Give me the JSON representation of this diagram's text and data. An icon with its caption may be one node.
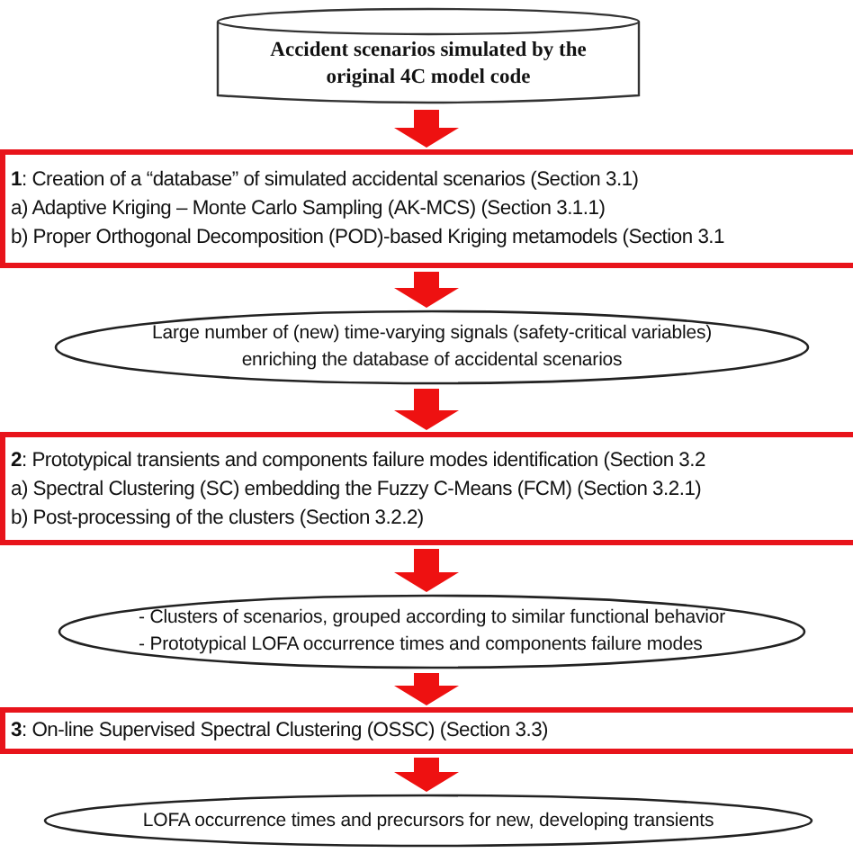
{
  "diagram": {
    "nodes": [
      {
        "text": [
          "Accident scenarios simulated by the original 4C model code"
        ]
      },
      {
        "text": [
          "**1**: Creation of a “database” of simulated accidental scenarios (Section 3.1)",
          "a) Adaptive Kriging – Monte Carlo Sampling (AK-MCS) (Section 3.1.1)",
          "b) Proper Orthogonal Decomposition (POD)-based Kriging metamodels (Section 3.1"
        ]
      },
      {
        "text": [
          "Large number of (new) time-varying signals (safety-critical variables) enriching the database of accidental scenarios"
        ]
      },
      {
        "text": [
          "**2**: Prototypical transients and components failure modes identification (Section 3.2",
          "a) Spectral Clustering (SC) embedding the Fuzzy C-Means (FCM) (Section 3.2.1)",
          "b) Post-processing of the clusters (Section 3.2.2)"
        ]
      },
      {
        "text": [
          "- Clusters of scenarios, grouped according to similar functional behavior",
          "- Prototypical LOFA occurrence times and components failure modes"
        ]
      },
      {
        "text": [
          "**3**: On-line Supervised Spectral Clustering (OSSC) (Section 3.3)"
        ]
      },
      {
        "text": [
          "LOFA occurrence times and precursors for new, developing transients"
        ]
      }
    ],
    "edges": [
      {
        "from": 0,
        "to": 1,
        "arrow": "to"
      },
      {
        "from": 1,
        "to": 2,
        "arrow": "to"
      },
      {
        "from": 2,
        "to": 3,
        "arrow": "to"
      },
      {
        "from": 3,
        "to": 4,
        "arrow": "to"
      },
      {
        "from": 4,
        "to": 5,
        "arrow": "to"
      },
      {
        "from": 5,
        "to": 6,
        "arrow": "to"
      }
    ]
  }
}
